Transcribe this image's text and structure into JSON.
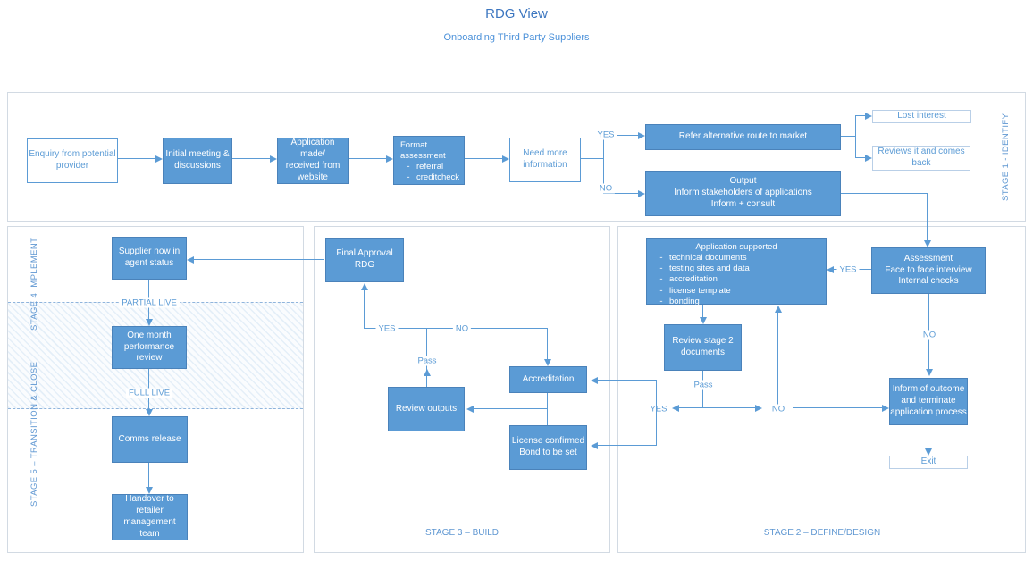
{
  "header": {
    "title": "RDG View",
    "subtitle": "Onboarding Third Party Suppliers"
  },
  "stage_labels": {
    "stage1": "STAGE 1 - IDENTIFY",
    "stage2": "STAGE 2 – DEFINE/DESIGN",
    "stage3": "STAGE 3 – BUILD",
    "stage4": "STAGE 4 IMPLEMENT",
    "stage5": "STAGE 5 – TRANSITION & CLOSE"
  },
  "labels": {
    "yes": "YES",
    "no": "NO",
    "pass": "Pass",
    "partial_live": "PARTIAL LIVE",
    "full_live": "FULL LIVE"
  },
  "misc": {
    "bullet_char": "-"
  },
  "nodes": {
    "enquiry": "Enquiry from potential\nprovider",
    "initial_meeting": "Initial meeting &\ndiscussions",
    "application_made": "Application made/\nreceived from\nwebsite",
    "format_assessment_title": "Format\nassessment",
    "format_assessment_bullets": [
      "referral",
      "creditcheck"
    ],
    "need_more_info": "Need more\ninformation",
    "refer_alternative": "Refer alternative route to market",
    "lost_interest": "Lost interest",
    "reviews_back": "Reviews it and comes\nback",
    "output": "Output\nInform stakeholders of applications\nInform + consult",
    "supplier_agent": "Supplier now in\nagent status",
    "one_month": "One month\nperformance review",
    "comms_release": "Comms release",
    "handover": "Handover to retailer\nmanagement team",
    "final_approval": "Final Approval RDG",
    "review_outputs": "Review outputs",
    "accreditation": "Accreditation",
    "license_confirmed": "License confirmed\nBond to be set",
    "application_supported_title": "Application supported",
    "application_supported_bullets": [
      "technical documents",
      "testing sites and data",
      "accreditation",
      "license template",
      "bonding"
    ],
    "assessment": "Assessment\nFace to face interview\nInternal checks",
    "review_stage2": "Review stage 2\ndocuments",
    "inform_outcome": "Inform of outcome\nand terminate\napplication process",
    "exit": "Exit"
  }
}
